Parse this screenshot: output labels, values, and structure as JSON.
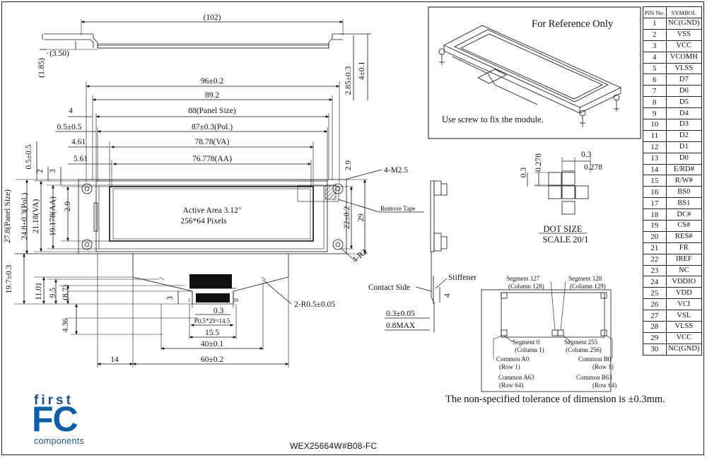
{
  "top_view": {
    "overall_width": "(102)",
    "height_185": "(1.85)",
    "offset_350": "(3.50)"
  },
  "front_view": {
    "outline_width": "96±0.2",
    "width_892": "89.2",
    "dim_4": "4",
    "panel_size_width": "88(Panel Size)",
    "pol_offset": "0.5±0.5",
    "pol_width": "87±0.3(Pol.)",
    "va_offset": "4.61",
    "va_width": "78.78(VA)",
    "aa_offset": "5.61",
    "aa_width": "76.778(AA)",
    "top_offset_05": "0.5±0.5",
    "top_2": "2",
    "top_3": "3",
    "right_29": "2.9",
    "right_285": "2.85±0.3",
    "right_4": "4±0.1",
    "screw_label": "4-M2.5",
    "panel_size_height": "27.8(Panel Size)",
    "pol_height": "24.8±0.3(Pol.)",
    "va_height": "21.18(VA)",
    "aa_height": "19.178(AA)",
    "left_29": "2.9",
    "active_area_line1": "Active Area 3.12\"",
    "active_area_line2": "256*64 Pixels",
    "right_22": "22±0.2",
    "right_h29": "29",
    "remove_tape": "Remove Tape",
    "radius_label": "4-R3",
    "fpc_197": "19.7±0.3",
    "fpc_1101": "11.01",
    "fpc_95": "9.5",
    "fpc_87": "(8.7)",
    "fpc_3": "3",
    "fpc_436": "4.36",
    "pitch_03": "0.3",
    "pitch_calc": "P0.5*29=14.5",
    "lead_155": "15.5",
    "fpc_40": "40±0.1",
    "fpc_14": "14",
    "fpc_60": "60±0.2",
    "radius2_label": "2-R0.5±0.05",
    "pin_first": "1",
    "pin_last": "30"
  },
  "side_view": {
    "contact_side": "Contact Side",
    "stiffener": "Stiffener",
    "dim_4": "4",
    "dim_03": "0.3±0.05",
    "dim_08": "0.8MAX"
  },
  "reference": {
    "title": "For Reference Only",
    "note": "Use screw to fix the module."
  },
  "dot": {
    "w03": "0.3",
    "w0278": "0.278",
    "h03": "0.3",
    "h0278": "0.278",
    "title": "DOT SIZE",
    "scale": "SCALE 20/1"
  },
  "segments": {
    "seg127": "Segment 127",
    "col128": "(Column 128)",
    "seg128": "Segment 128",
    "col129": "(Column 129)",
    "seg0": "Segment 0",
    "col1": "(Column 1)",
    "seg255": "Segment 255",
    "col256": "(Column 256)",
    "comA0": "Common A0",
    "row1a": "(Row 1)",
    "comB0": "Common B0",
    "row1b": "(Row 1)",
    "comA63": "Common A63",
    "row64a": "(Row 64)",
    "comB63": "Common B63",
    "row64b": "(Row 64)"
  },
  "pin_table": {
    "header_no": "PIN No.",
    "header_symbol": "SYMBOL",
    "rows": [
      {
        "no": "1",
        "symbol": "NC(GND)"
      },
      {
        "no": "2",
        "symbol": "VSS"
      },
      {
        "no": "3",
        "symbol": "VCC"
      },
      {
        "no": "4",
        "symbol": "VCOMH"
      },
      {
        "no": "5",
        "symbol": "VLSS"
      },
      {
        "no": "6",
        "symbol": "D7"
      },
      {
        "no": "7",
        "symbol": "D6"
      },
      {
        "no": "8",
        "symbol": "D5"
      },
      {
        "no": "9",
        "symbol": "D4"
      },
      {
        "no": "10",
        "symbol": "D3"
      },
      {
        "no": "11",
        "symbol": "D2"
      },
      {
        "no": "12",
        "symbol": "D1"
      },
      {
        "no": "13",
        "symbol": "D0"
      },
      {
        "no": "14",
        "symbol": "E/RD#"
      },
      {
        "no": "15",
        "symbol": "R/W#"
      },
      {
        "no": "16",
        "symbol": "BS0"
      },
      {
        "no": "17",
        "symbol": "BS1"
      },
      {
        "no": "18",
        "symbol": "DC#"
      },
      {
        "no": "19",
        "symbol": "CS#"
      },
      {
        "no": "20",
        "symbol": "RES#"
      },
      {
        "no": "21",
        "symbol": "FR"
      },
      {
        "no": "22",
        "symbol": "IREF"
      },
      {
        "no": "23",
        "symbol": "NC"
      },
      {
        "no": "24",
        "symbol": "VDDIO"
      },
      {
        "no": "25",
        "symbol": "VDD"
      },
      {
        "no": "26",
        "symbol": "VCI"
      },
      {
        "no": "27",
        "symbol": "VSL"
      },
      {
        "no": "28",
        "symbol": "VLSS"
      },
      {
        "no": "29",
        "symbol": "VCC"
      },
      {
        "no": "30",
        "symbol": "NC(GND)"
      }
    ]
  },
  "footer": {
    "tolerance": "The non-specified tolerance of dimension is ±0.3mm.",
    "model": "WEX25664W#B08-FC"
  },
  "logo": {
    "first": "first",
    "fc": "FC",
    "components": "components",
    "color": "#0b5ea8"
  }
}
